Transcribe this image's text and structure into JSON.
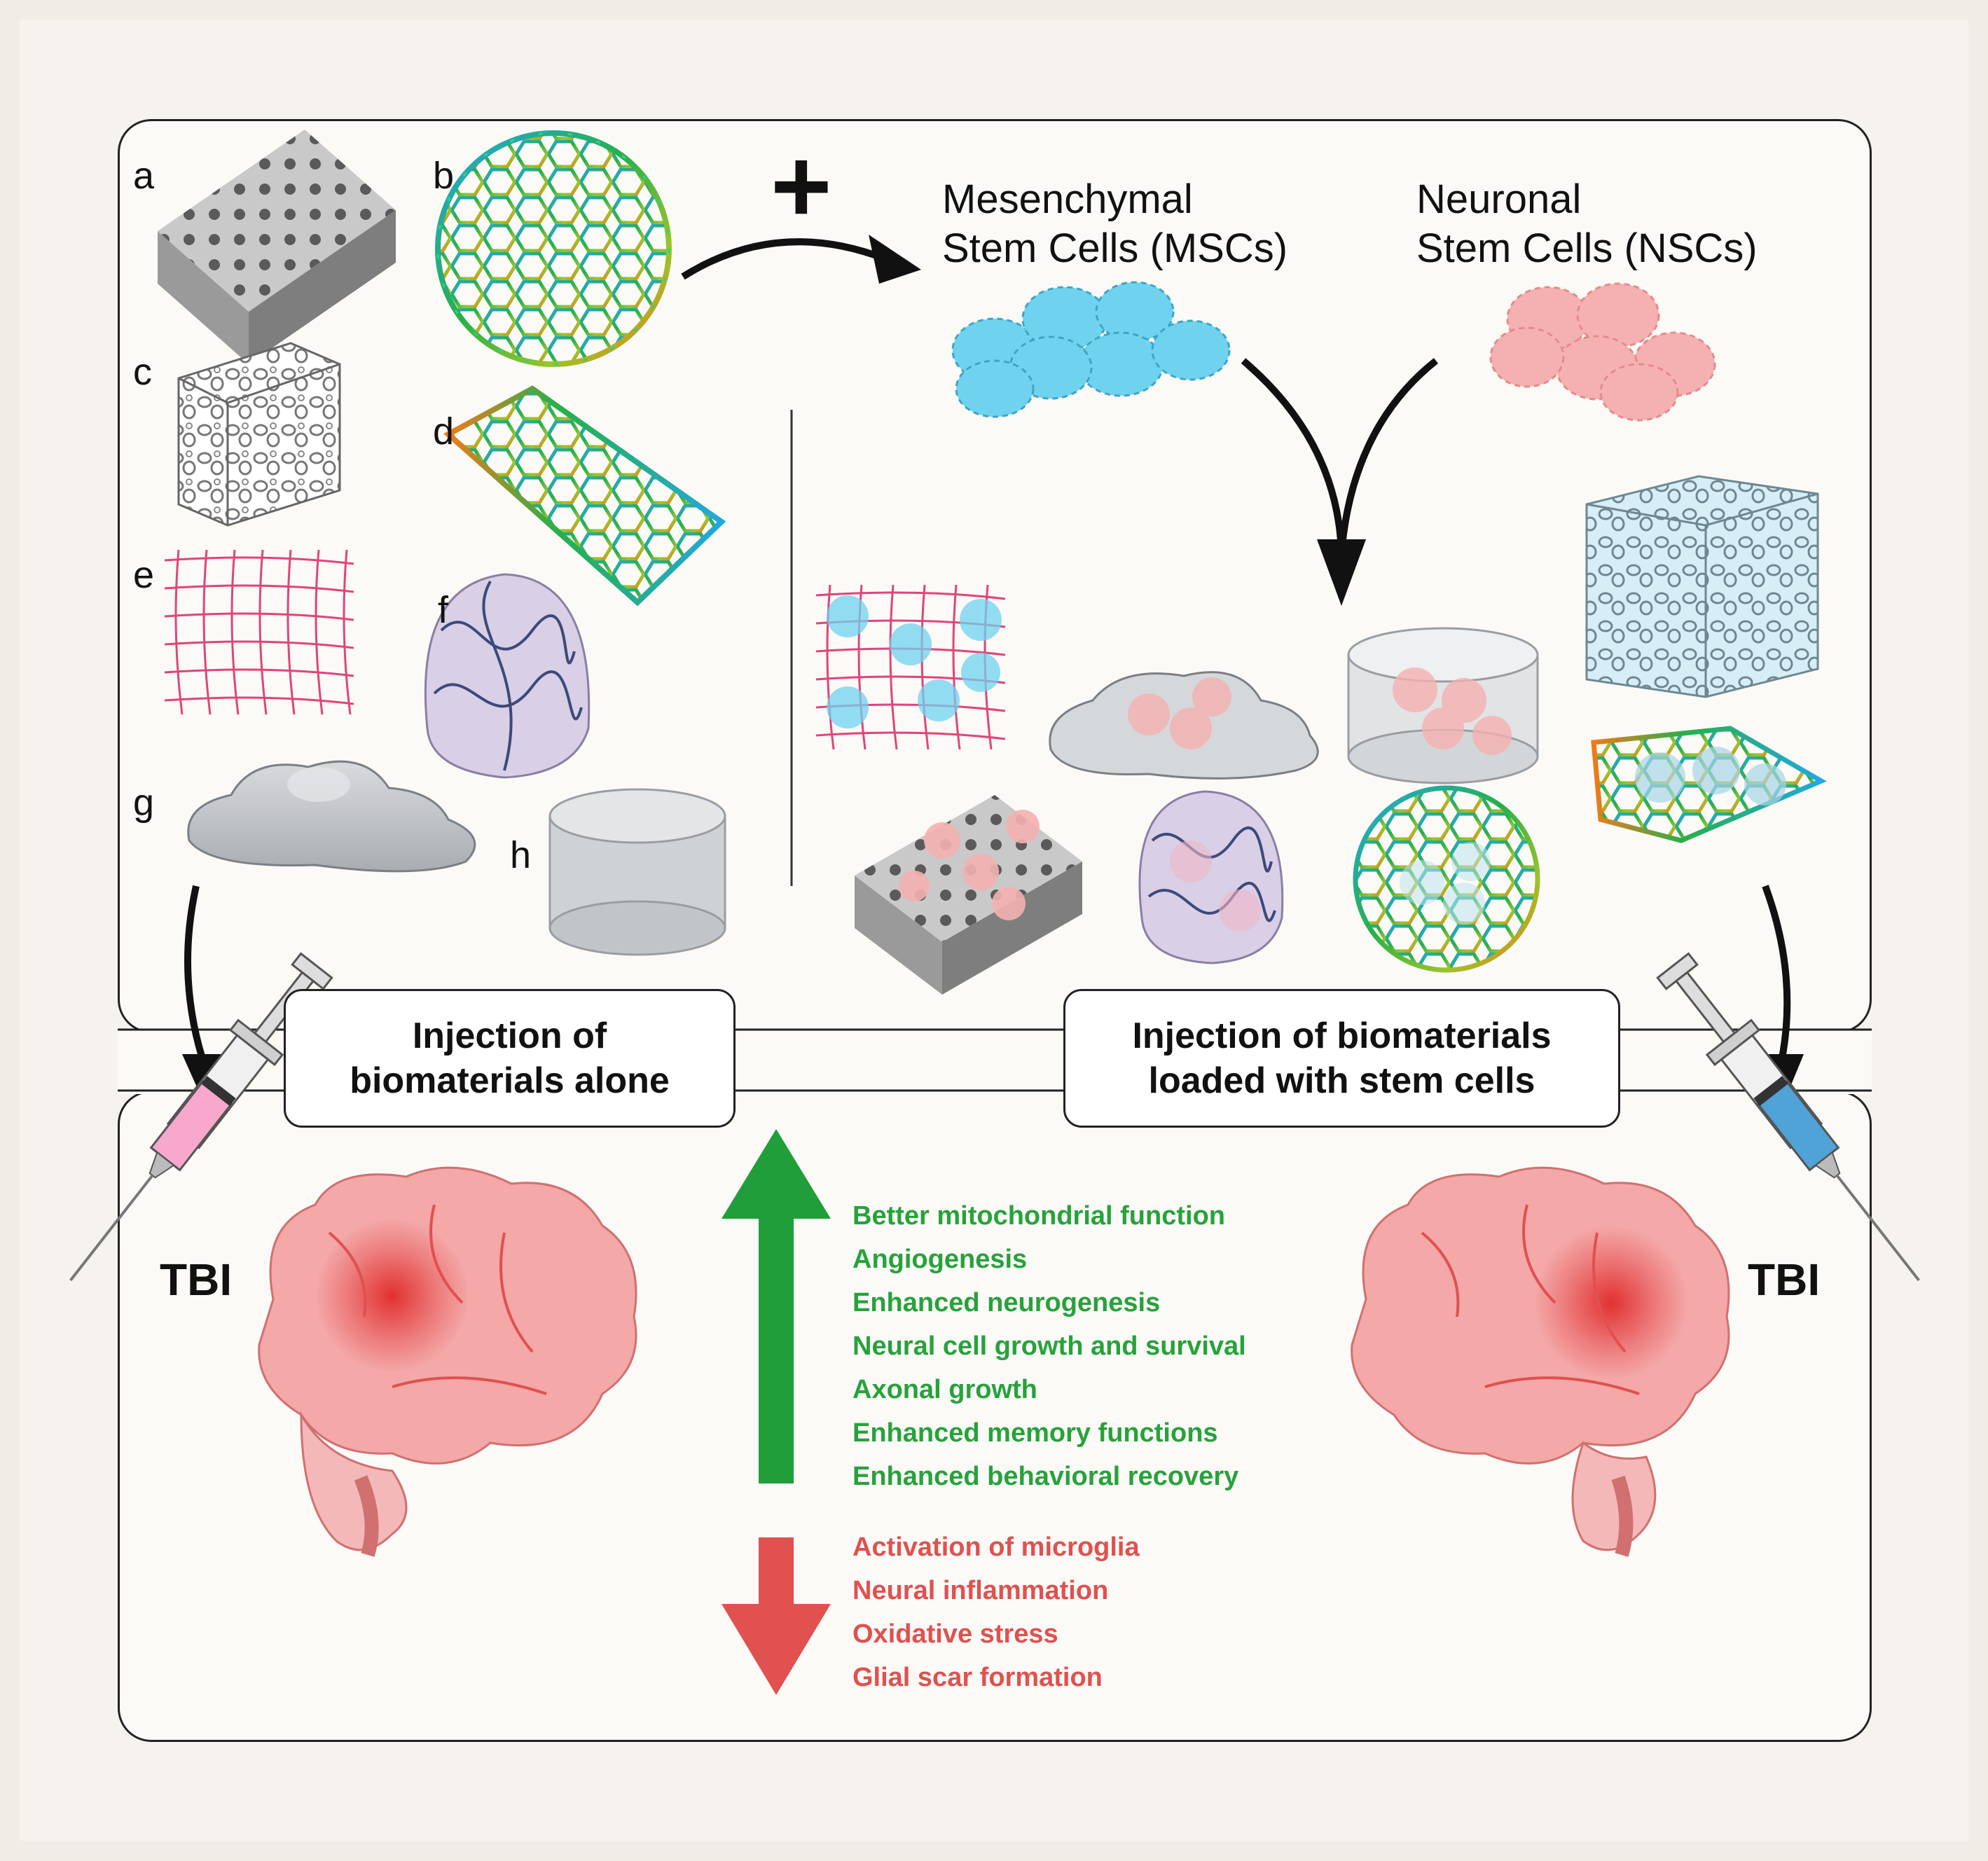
{
  "material_labels": {
    "a": "a",
    "b": "b",
    "c": "c",
    "d": "d",
    "e": "e",
    "f": "f",
    "g": "g",
    "h": "h"
  },
  "plus_sign": "+",
  "cells": {
    "msc": {
      "line1": "Mesenchymal",
      "line2": "Stem Cells (MSCs)"
    },
    "nsc": {
      "line1": "Neuronal",
      "line2": "Stem Cells (NSCs)"
    }
  },
  "injection": {
    "alone": {
      "line1": "Injection of",
      "line2": "biomaterials alone"
    },
    "loaded": {
      "line1": "Injection of biomaterials",
      "line2": "loaded with stem cells"
    }
  },
  "tbi_left": "TBI",
  "tbi_right": "TBI",
  "effects_up": [
    "Better mitochondrial function",
    "Angiogenesis",
    "Enhanced neurogenesis",
    "Neural cell growth and survival",
    "Axonal growth",
    "Enhanced memory functions",
    "Enhanced behavioral recovery"
  ],
  "effects_down": [
    "Activation of microglia",
    "Neural inflammation",
    "Oxidative stress",
    "Glial scar formation"
  ],
  "colors": {
    "up_green": "#27a23b",
    "down_red": "#e0514f",
    "msc_cyan": "#6fd3ef",
    "nsc_pink": "#f5b1b1",
    "brain_pink": "#f4a8a8",
    "injury_red": "#e02b2b",
    "syringe_pink": "#f7a8cc",
    "syringe_blue": "#4fa3d6"
  }
}
